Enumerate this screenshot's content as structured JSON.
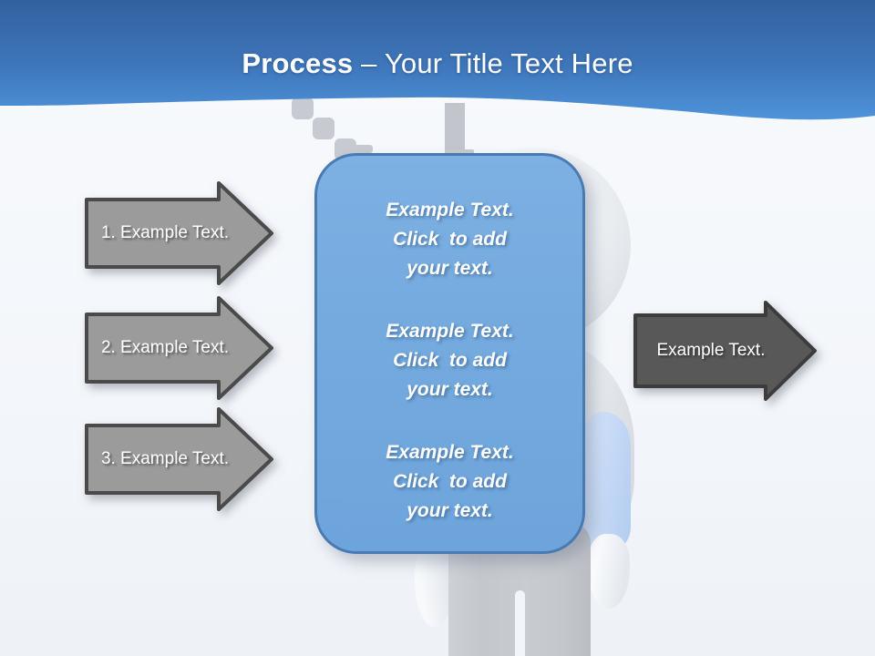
{
  "slide_title": {
    "emphasis": "Process ",
    "rest": "– Your Title Text Here"
  },
  "left_arrows": [
    {
      "label": "1. Example Text."
    },
    {
      "label": "2. Example Text."
    },
    {
      "label": "3. Example Text."
    }
  ],
  "right_arrow": {
    "label": "Example Text."
  },
  "center_card": {
    "paragraphs": [
      "Example Text.\nClick  to add\nyour text.",
      "Example Text.\nClick  to add\nyour text.",
      "Example Text.\nClick  to add\nyour text."
    ]
  },
  "illustration": {
    "name": "3d-person-figure"
  },
  "colors": {
    "header_blue_top": "#33619f",
    "header_blue_mid": "#3e76ba",
    "header_blue_bottom": "#4e93da",
    "title_text": "#ffffff",
    "background": "#f3f6fa",
    "arrow_gray_fill": "#9b9b9b",
    "arrow_gray_border": "#4a4a4a",
    "arrow_dark_fill": "#585858",
    "arrow_dark_border": "#3c3c3c",
    "card_blue_fill": "#74aade",
    "card_blue_border": "#4a7ab2",
    "card_text": "#ffffff",
    "figure_gray": "#c6c9ce",
    "figure_light": "#f1f3f6",
    "sleeve_blue": "#c3d8f5"
  }
}
